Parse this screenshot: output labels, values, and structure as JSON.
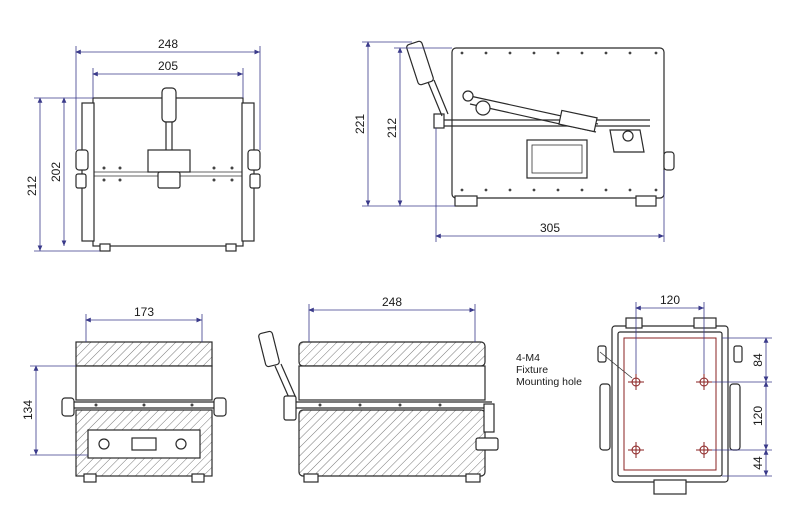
{
  "views": {
    "front": {
      "width_outer": "248",
      "width_inner": "205",
      "height_total": "212",
      "height_body": "202"
    },
    "side": {
      "height_total": "221",
      "height_body": "212",
      "length": "305"
    },
    "front_open": {
      "width": "173",
      "height": "134"
    },
    "side_open": {
      "length": "248"
    },
    "top": {
      "hole_spacing_x": "120",
      "offset_top": "84",
      "hole_spacing_y": "120",
      "offset_bottom": "44",
      "note_lines": [
        "4-M4",
        "Fixture",
        "Mounting hole"
      ]
    }
  },
  "colors": {
    "dimension": "#3a3a8a",
    "outline": "#2a2a2a",
    "hole": "#8a2020"
  }
}
